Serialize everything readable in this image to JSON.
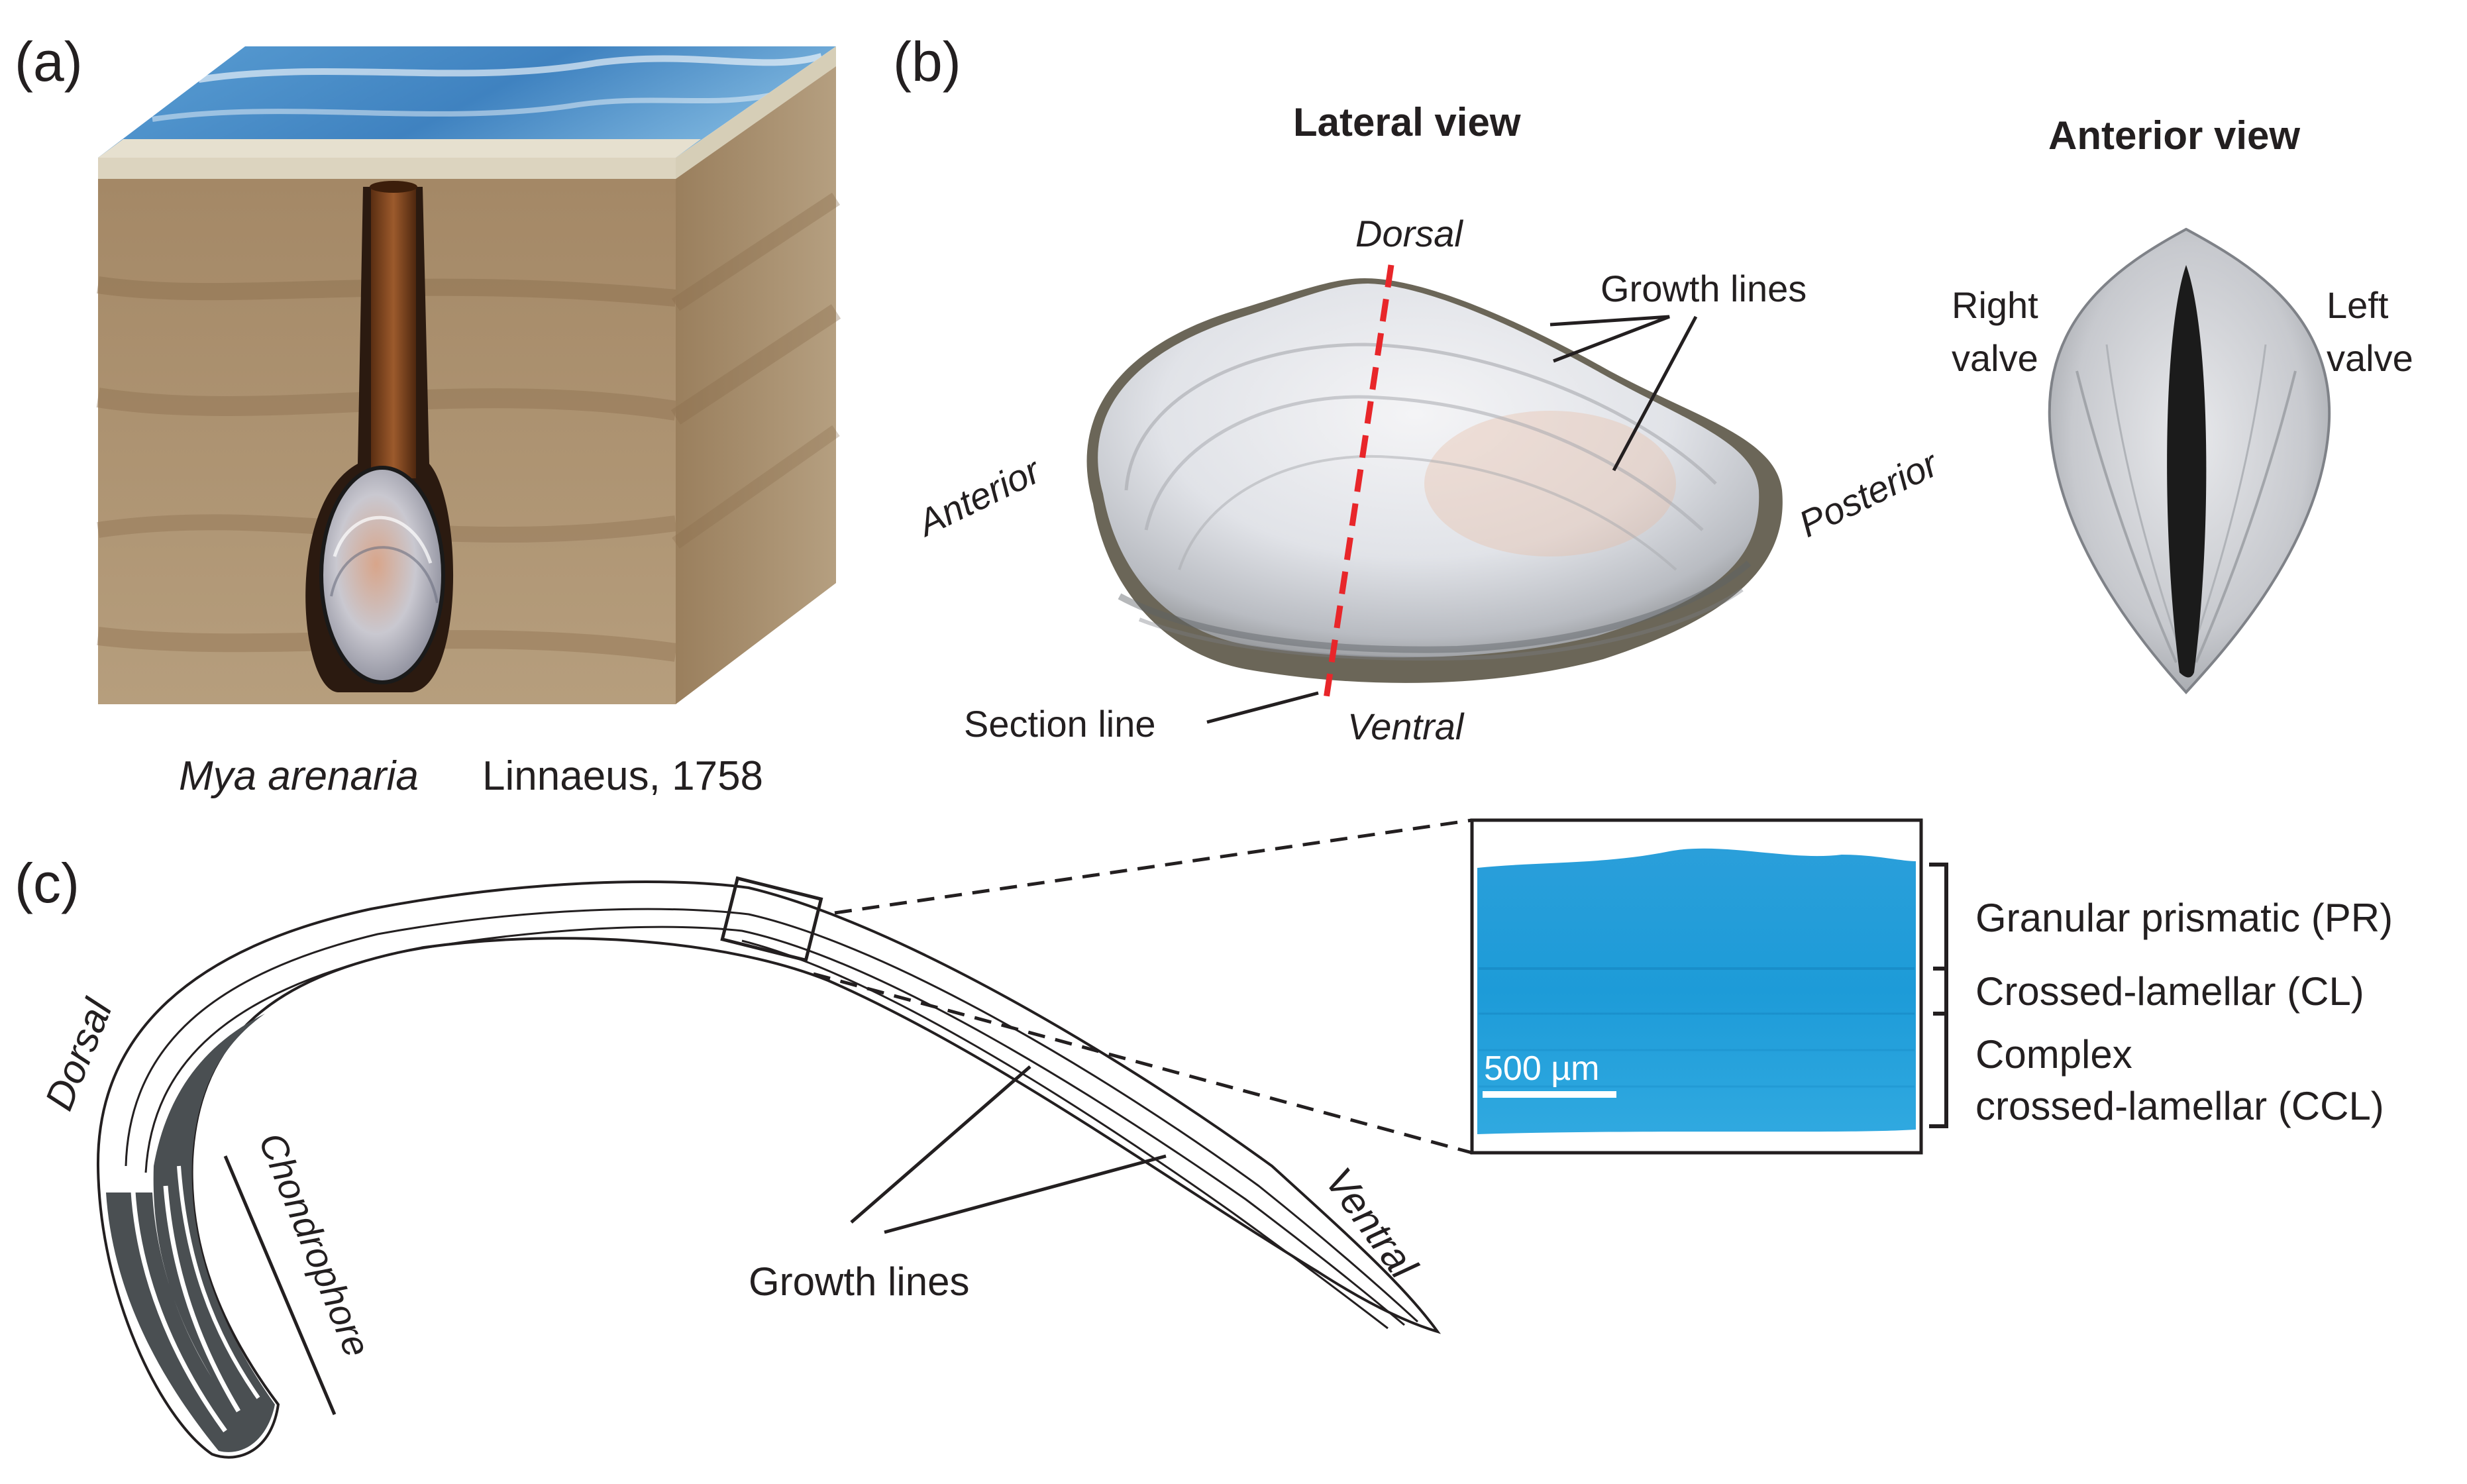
{
  "panels": {
    "a": {
      "label": "(a)",
      "caption_species": "Mya arenaria",
      "caption_author": "Linnaeus, 1758"
    },
    "b": {
      "label": "(b)",
      "lateral_title": "Lateral view",
      "anterior_title": "Anterior view",
      "dorsal": "Dorsal",
      "ventral": "Ventral",
      "anterior": "Anterior",
      "posterior": "Posterior",
      "growth_lines": "Growth lines",
      "section_line": "Section line",
      "right_valve_1": "Right",
      "right_valve_2": "valve",
      "left_valve_1": "Left",
      "left_valve_2": "valve"
    },
    "c": {
      "label": "(c)",
      "dorsal": "Dorsal",
      "ventral": "Ventral",
      "chondrophore": "Chondrophore",
      "growth_lines": "Growth lines",
      "scale_bar": "500 µm",
      "layer_pr": "Granular prismatic (PR)",
      "layer_cl": "Crossed-lamellar (CL)",
      "layer_ccl_1": "Complex",
      "layer_ccl_2": "crossed-lamellar (CCL)"
    }
  },
  "colors": {
    "section_line": "#e8262a",
    "micrograph_blue": "#1ea3dc",
    "sediment": "#a88d6a",
    "water": "#4a8fc9",
    "shell_dark_layers": "#4a4f52"
  }
}
